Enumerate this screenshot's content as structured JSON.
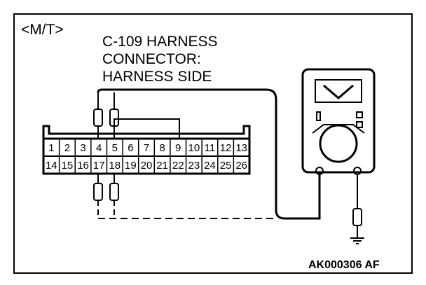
{
  "mode_tag": "<M/T>",
  "title_lines": [
    "C-109 HARNESS",
    "CONNECTOR:",
    "HARNESS SIDE"
  ],
  "connector": {
    "top_row": [
      "1",
      "2",
      "3",
      "4",
      "5",
      "6",
      "7",
      "8",
      "9",
      "10",
      "11",
      "12",
      "13"
    ],
    "bottom_row": [
      "14",
      "15",
      "16",
      "17",
      "18",
      "19",
      "20",
      "21",
      "22",
      "23",
      "24",
      "25",
      "26"
    ]
  },
  "meter": {
    "type": "voltmeter",
    "display_icon": "v-icon"
  },
  "figure_code": "AK000306 AF"
}
